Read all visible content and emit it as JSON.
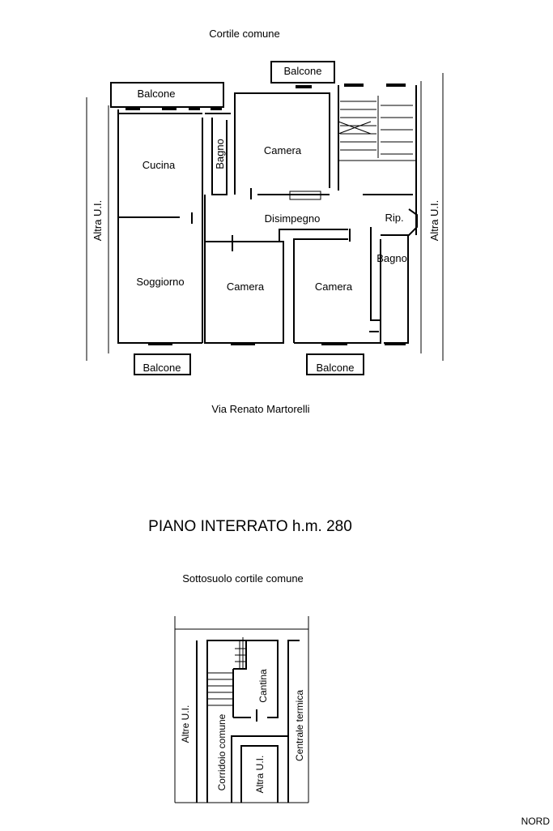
{
  "ground_floor": {
    "top_label": "Cortile comune",
    "street_label": "Via Renato Martorelli",
    "rooms": {
      "balcone_nw": "Balcone",
      "balcone_n": "Balcone",
      "cucina": "Cucina",
      "bagno_n": "Bagno",
      "camera_n": "Camera",
      "disimpegno": "Disimpegno",
      "rip": "Rip.",
      "bagno_e": "Bagno",
      "soggiorno": "Soggiorno",
      "camera_sw": "Camera",
      "camera_se": "Camera",
      "balcone_sw": "Balcone",
      "balcone_se": "Balcone"
    },
    "altra_ui_left": "Altra U.I.",
    "altra_ui_right": "Altra U.I."
  },
  "basement": {
    "title": "PIANO  INTERRATO  h.m. 280",
    "top_label": "Sottosuolo cortile comune",
    "altre_ui": "Altre U.I.",
    "corridoio": "Corridoio comune",
    "cantina": "Cantina",
    "altra_ui": "Altra U.I.",
    "centrale": "Centrale termica"
  },
  "north_label": "NORD"
}
